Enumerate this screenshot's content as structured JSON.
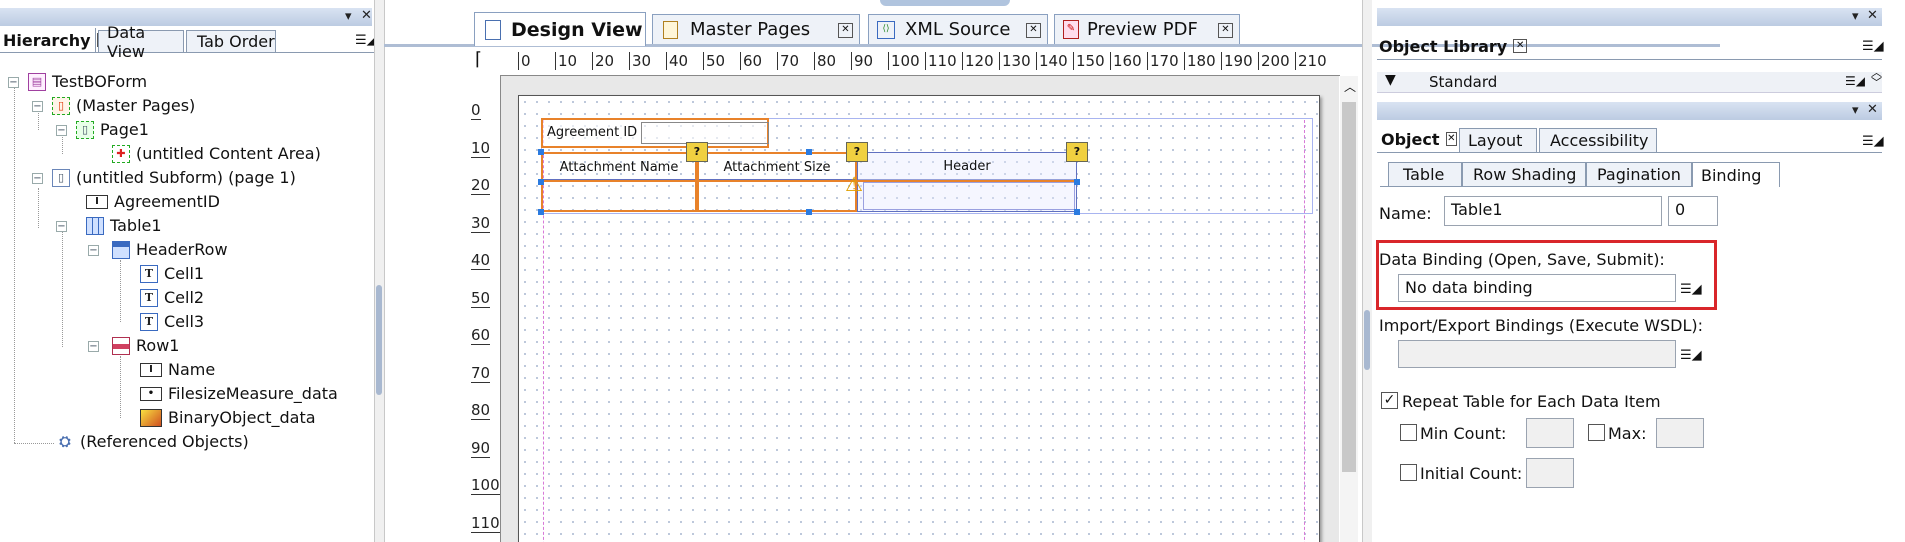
{
  "left_panel": {
    "tabs": [
      {
        "label": "Hierarchy",
        "active": true
      },
      {
        "label": "Data View",
        "active": false
      },
      {
        "label": "Tab Order",
        "active": false
      }
    ],
    "tree": [
      {
        "label": "TestBOForm",
        "icon": "form-icon"
      },
      {
        "label": "(Master Pages)",
        "icon": "master-pages-icon"
      },
      {
        "label": "Page1",
        "icon": "page-icon"
      },
      {
        "label": "(untitled Content Area)",
        "icon": "content-area-icon"
      },
      {
        "label": "(untitled Subform) (page 1)",
        "icon": "subform-icon"
      },
      {
        "label": "AgreementID",
        "icon": "text-field-icon"
      },
      {
        "label": "Table1",
        "icon": "table-icon"
      },
      {
        "label": "HeaderRow",
        "icon": "header-row-icon"
      },
      {
        "label": "Cell1",
        "icon": "text-cell-icon"
      },
      {
        "label": "Cell2",
        "icon": "text-cell-icon"
      },
      {
        "label": "Cell3",
        "icon": "text-cell-icon"
      },
      {
        "label": "Row1",
        "icon": "row-icon"
      },
      {
        "label": "Name",
        "icon": "text-field-icon"
      },
      {
        "label": "FilesizeMeasure_data",
        "icon": "numeric-field-icon"
      },
      {
        "label": "BinaryObject_data",
        "icon": "image-field-icon"
      },
      {
        "label": "(Referenced Objects)",
        "icon": "referenced-objects-icon"
      }
    ]
  },
  "center": {
    "tabs": [
      {
        "label": "Design View",
        "active": true,
        "icon": "page-icon"
      },
      {
        "label": "Master Pages",
        "active": false,
        "icon": "master-pages-icon"
      },
      {
        "label": "XML Source",
        "active": false,
        "icon": "xml-icon"
      },
      {
        "label": "Preview PDF",
        "active": false,
        "icon": "pdf-icon"
      }
    ],
    "ruler_h": [
      "0",
      "10",
      "20",
      "30",
      "40",
      "50",
      "60",
      "70",
      "80",
      "90",
      "100",
      "110",
      "120",
      "130",
      "140",
      "150",
      "160",
      "170",
      "180",
      "190",
      "200",
      "210"
    ],
    "ruler_v": [
      "0",
      "10",
      "20",
      "30",
      "40",
      "50",
      "60",
      "70",
      "80",
      "90",
      "100",
      "110"
    ],
    "canvas": {
      "agreement_label": "Agreement ID",
      "table_headers": [
        "Attachment Name",
        "Attachment Size",
        "Header"
      ]
    }
  },
  "right_panel": {
    "object_library": {
      "title": "Object Library",
      "group": "Standard"
    },
    "object_tabs": [
      {
        "label": "Object",
        "active": true
      },
      {
        "label": "Layout",
        "active": false
      },
      {
        "label": "Accessibility",
        "active": false
      }
    ],
    "sub_tabs": [
      {
        "label": "Table",
        "active": false
      },
      {
        "label": "Row Shading",
        "active": false
      },
      {
        "label": "Pagination",
        "active": false
      },
      {
        "label": "Binding",
        "active": true
      }
    ],
    "name_label": "Name:",
    "name_value": "Table1",
    "name_index": "0",
    "data_binding_label": "Data Binding (Open, Save, Submit):",
    "data_binding_value": "No data binding",
    "import_export_label": "Import/Export Bindings (Execute WSDL):",
    "import_export_value": "",
    "repeat_label": "Repeat Table for Each Data Item",
    "repeat_checked": true,
    "min_count_label": "Min Count:",
    "max_label": "Max:",
    "initial_count_label": "Initial Count:",
    "highlight_color": "#d9262a"
  }
}
